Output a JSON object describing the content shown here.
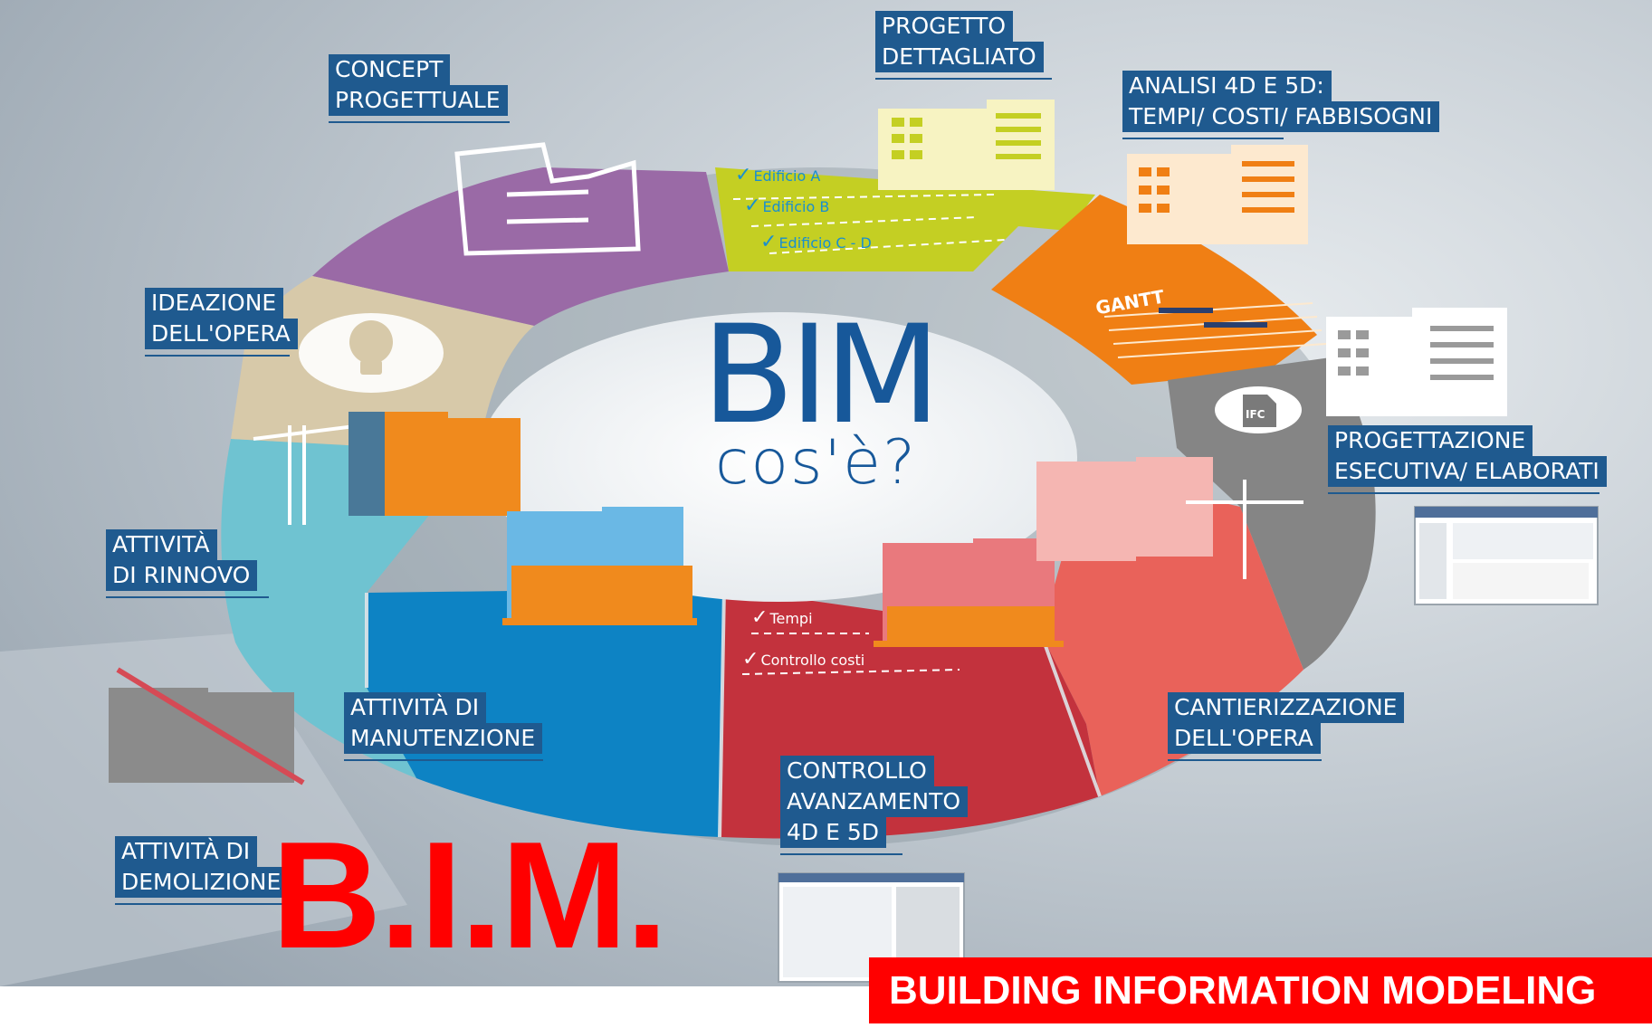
{
  "center": {
    "title": "BIM",
    "subtitle": "cos'è?"
  },
  "labels": {
    "concept": [
      "CONCEPT",
      "PROGETTUALE"
    ],
    "progetto": [
      "PROGETTO",
      "DETTAGLIATO"
    ],
    "analisi": [
      "ANALISI 4D E 5D:",
      "TEMPI/ COSTI/ FABBISOGNI"
    ],
    "ideazione": [
      "IDEAZIONE",
      "DELL'OPERA"
    ],
    "progettazione": [
      "PROGETTAZIONE",
      "ESECUTIVA/ ELABORATI"
    ],
    "rinnovo": [
      "ATTIVITÀ",
      "DI RINNOVO"
    ],
    "manutenzione": [
      "ATTIVITÀ DI",
      "MANUTENZIONE"
    ],
    "cantierizzazione": [
      "CANTIERIZZAZIONE",
      "DELL'OPERA"
    ],
    "controllo": [
      "CONTROLLO",
      "AVANZAMENTO",
      "4D E 5D"
    ],
    "demolizione": [
      "ATTIVITÀ DI",
      "DEMOLIZIONE"
    ]
  },
  "checklists": {
    "edifici": [
      "Edificio A",
      "Edificio B",
      "Edificio C - D"
    ],
    "controllo": [
      "Tempi",
      "Controllo costi"
    ]
  },
  "badges": {
    "gantt": "GANTT",
    "ifc": "IFC"
  },
  "overlay": {
    "acronym": "B.I.M.",
    "banner": "BUILDING INFORMATION MODELING"
  },
  "colors": {
    "background": "#b4bdc6",
    "label_blue": "#1f5a8f",
    "title_blue": "#17589a",
    "segment_purple": "#9a6aa6",
    "segment_green": "#c4cf23",
    "segment_orange": "#f07f14",
    "segment_gray": "#858585",
    "segment_salmon": "#e9625a",
    "segment_red": "#c3323d",
    "segment_blue": "#0d83c4",
    "segment_cyan": "#6fc3d1",
    "segment_beige": "#d7c9a9",
    "overlay_red": "#ff0000"
  }
}
